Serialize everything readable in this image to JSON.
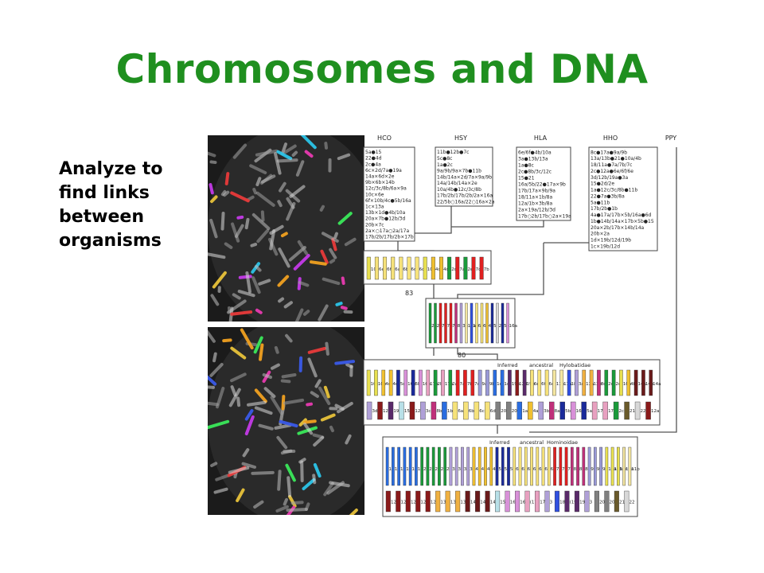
{
  "slide": {
    "title": "Chromosomes and DNA",
    "caption_lines": [
      "Analyze to",
      "find links",
      "between",
      "organisms"
    ]
  },
  "figure": {
    "species_labels": [
      "HCO",
      "HSY",
      "HLA",
      "HHO",
      "PPY"
    ],
    "species_lists": {
      "HCO": [
        "5a●15",
        "22●4d",
        "2c●4a",
        "6c×2d/7a●19a",
        "14a×6d×2e",
        "9b×6b×14b",
        "12c/3c/8b/6a×9a",
        "10c×6e",
        "6f×10b/4c●5b/16a",
        "1c×13a",
        "13b×1d●4b/10a",
        "20a×7b●12b/3d",
        "20b×7c",
        "2a×○17a○2a/17a",
        "17b/2b/17b/2b×17b"
      ],
      "HSY": [
        "11b●12b●7c",
        "5c●8c",
        "1a●2c",
        "9a/9b/9a×7b●11b",
        "14b/14a×2d/7a×9a/9b",
        "14a/14b/14a×2e",
        "10a/4b●12c/3c/8b",
        "17b/2b/17b/2b/2a×16a",
        "22/5b○16a/22○16a×2a"
      ],
      "HLA": [
        "6e/6f●4b/10a",
        "3a●13b/13a",
        "1a●8c",
        "2c●8b/3c/12c",
        "15●21",
        "16a/5b/22●17a×9b",
        "17b/17a×9b/9a",
        "18/11a×1b/8a",
        "12a/1b×3b/8a",
        "2a×19a/12b/3d",
        "17b○2b/17b○2a×19a"
      ],
      "HHO": [
        "8c●17a●9a/9b",
        "13a/13b●21●10a/4b",
        "18/11a●7a/7b/7c",
        "2c●12a●6e/6f/6e",
        "3d/12b/19a●3a",
        "15●2d/2e",
        "1a●12c/3c/8b●11b",
        "22●7a●3b/8a",
        "5a●11b",
        "17b/2b●1b",
        "4a●17a/17b×5b/16a●6d",
        "1b●14b/14a×17b×5b●15",
        "20a×2b/17b×14b/14a",
        "20b×2a",
        "1d×19b/12d/19b",
        "1c×19b/12d"
      ]
    },
    "node_labels": [
      "83",
      "80"
    ],
    "ancestral_labels": [
      {
        "word1": "Inferred",
        "word2": "ancestral",
        "word3": "Hylobatidae"
      },
      {
        "word1": "Inferred",
        "word2": "ancestral",
        "word3": "Hominoidae"
      }
    ],
    "box1_labels": [
      "10c",
      "6e",
      "6f",
      "6a",
      "6b",
      "6d",
      "6c",
      "10b",
      "4c",
      "4d",
      "2d",
      "7a",
      "2e",
      "7c",
      "7b"
    ],
    "box2_labels": [
      "2e",
      "2d",
      "7a",
      "7b",
      "7c",
      "8a",
      "3b",
      "11a",
      "18",
      "6e",
      "6f",
      "4a",
      "5a",
      "22",
      "5b",
      "16a"
    ],
    "hylo_row1": [
      "10c",
      "10b",
      "4c",
      "4d",
      "5c",
      "16b",
      "5b",
      "16b",
      "17b",
      "2b",
      "17b",
      "2a",
      "7a",
      "7b",
      "7c",
      "9a",
      "9b",
      "1c",
      "1d",
      "19b",
      "12d",
      "19b",
      "6e",
      "6f",
      "6e",
      "11b",
      "11a",
      "18",
      "3a",
      "13a",
      "13b",
      "8c",
      "2d",
      "2e",
      "10a",
      "4b",
      "14a",
      "14b",
      "14a"
    ],
    "hylo_row2": [
      "3d",
      "12b",
      "19a",
      "15",
      "12c",
      "3c",
      "8b",
      "1b",
      "6a",
      "6b",
      "6c",
      "6d",
      "20a",
      "20b",
      "1a",
      "4a",
      "3b",
      "8a",
      "5b",
      "16a",
      "5a",
      "17a",
      "17b",
      "2c",
      "21",
      "22",
      "12a"
    ],
    "homi_row1": [
      "1a",
      "1b",
      "1c",
      "1b",
      "1d",
      "1c",
      "2a",
      "2b",
      "2c",
      "2d",
      "2e",
      "3a",
      "3b",
      "3c",
      "3d",
      "4a",
      "4b",
      "4c",
      "4d",
      "5a",
      "5b",
      "5c",
      "6a",
      "6b",
      "6c",
      "6d",
      "6e",
      "6f",
      "6e",
      "7a",
      "7b",
      "7c",
      "8a",
      "8b",
      "8c",
      "9a",
      "9b",
      "9a",
      "10a",
      "10b",
      "10c",
      "11a",
      "11b"
    ],
    "homi_row2": [
      "12a",
      "12b",
      "12c",
      "12b",
      "12d",
      "13a",
      "13b",
      "13a",
      "14a",
      "14b",
      "14a",
      "15",
      "16a",
      "16b",
      "(17a",
      "17b)",
      "3",
      "18",
      "(19a",
      "19b)",
      "3",
      "20a",
      "20b",
      "21",
      "22"
    ],
    "colors": {
      "title": "#1f8f1f",
      "micrograph_bg": "#1b1b1b"
    }
  }
}
